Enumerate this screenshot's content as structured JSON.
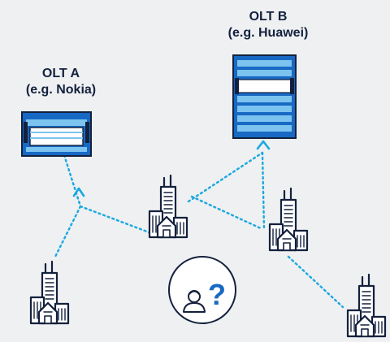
{
  "diagram": {
    "olt_a": {
      "name": "OLT A",
      "vendor_note": "(e.g. Nokia)"
    },
    "olt_b": {
      "name": "OLT B",
      "vendor_note": "(e.g. Huawei)"
    },
    "unknown_symbol": "?",
    "colors": {
      "background": "#eef0f2",
      "navy": "#14213d",
      "link": "#1aa8e0",
      "olt_blue": "#1769c4",
      "olt_light": "#7cc3ef"
    }
  }
}
